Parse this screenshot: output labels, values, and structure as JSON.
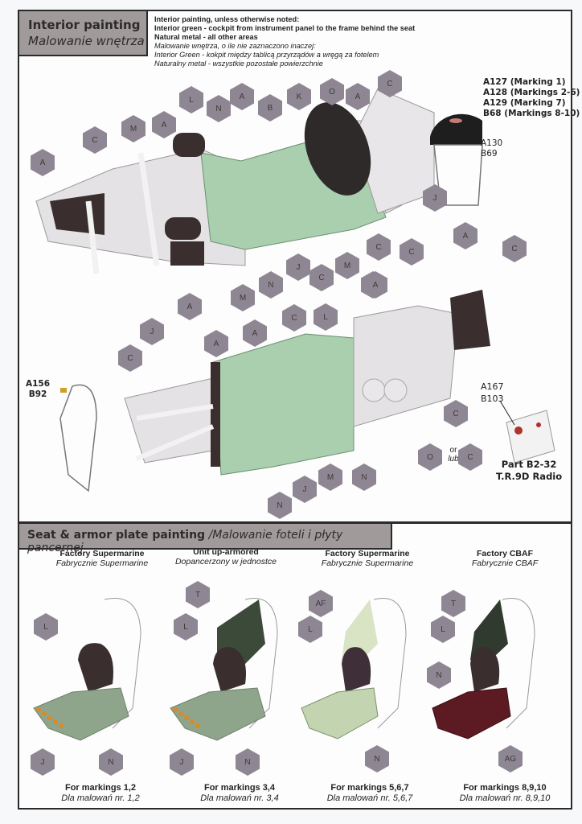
{
  "interior_section": {
    "title": "Interior painting",
    "title_pl": "Malowanie wnętrza",
    "notes": [
      {
        "text": "Interior painting, unless otherwise noted:",
        "style": "bold"
      },
      {
        "text": "Interior green - cockpit from instrument panel to the frame behind the seat",
        "style": "bold"
      },
      {
        "text": "Natural metal - all other areas",
        "style": "bold"
      },
      {
        "text": "Malowanie wnętrza, o ile nie zaznaczono inaczej:",
        "style": "italic"
      },
      {
        "text": "Interior Green - kokpit między tablicą przyrządów a wręgą za fotelem",
        "style": "italic"
      },
      {
        "text": "Naturalny metal - wszystkie pozostałe powierzchnie",
        "style": "italic"
      }
    ],
    "instrument_panel_parts": [
      "A127 (Marking 1)",
      "A128 (Markings 2-6)",
      "A129 (Marking 7)",
      "B68 (Markings 8-10)"
    ],
    "instrument_panel_sub": [
      "A130",
      "B69"
    ],
    "frame_part": [
      "A156",
      "B92"
    ],
    "radio_part": [
      "A167",
      "B103"
    ],
    "radio_caption": [
      "Part B2-32",
      "T.R.9D Radio"
    ],
    "or_label": "or",
    "or_label_pl": "lub",
    "upper_callouts": [
      "A",
      "C",
      "C",
      "M",
      "A",
      "L",
      "N",
      "A",
      "B",
      "K",
      "O",
      "A",
      "C",
      "J",
      "C",
      "M",
      "C",
      "J",
      "N",
      "M",
      "A",
      "C"
    ],
    "lower_callouts": [
      "C",
      "A",
      "A",
      "C",
      "L",
      "A",
      "A",
      "C",
      "A",
      "C",
      "C",
      "O",
      "C",
      "J",
      "M",
      "N",
      "N"
    ]
  },
  "seat_section": {
    "title": "Seat & armor plate painting",
    "title_pl": "/Malowanie foteli i płyty pancernej",
    "variants": [
      {
        "head": "Factory Supermarine",
        "head_pl": "Fabrycznie Supermarine",
        "callouts": [
          "L",
          "J",
          "N"
        ],
        "caption": "For markings 1,2",
        "caption_pl": "Dla malowań nr. 1,2"
      },
      {
        "head": "Unit up-armored",
        "head_pl": "Dopancerzony w jednostce",
        "callouts": [
          "T",
          "L",
          "J",
          "N"
        ],
        "caption": "For markings 3,4",
        "caption_pl": "Dla malowań nr. 3,4"
      },
      {
        "head": "Factory Supermarine",
        "head_pl": "Fabrycznie Supermarine",
        "callouts": [
          "AF",
          "L",
          "N"
        ],
        "caption": "For markings 5,6,7",
        "caption_pl": "Dla malowań nr. 5,6,7"
      },
      {
        "head": "Factory CBAF",
        "head_pl": "Fabrycznie CBAF",
        "callouts": [
          "T",
          "L",
          "N",
          "AG"
        ],
        "caption": "For markings 8,9,10",
        "caption_pl": "Dla malowań nr. 8,9,10"
      }
    ]
  },
  "colors": {
    "interior_green": "#a9cfae",
    "natural_metal": "#e4e2e4",
    "dark_brown": "#3a2e2e",
    "seat_green": "#8ea58c",
    "cbaf_red": "#5c1a22",
    "callout_hex": "#8e8793",
    "title_bg": "#a19a9a"
  }
}
